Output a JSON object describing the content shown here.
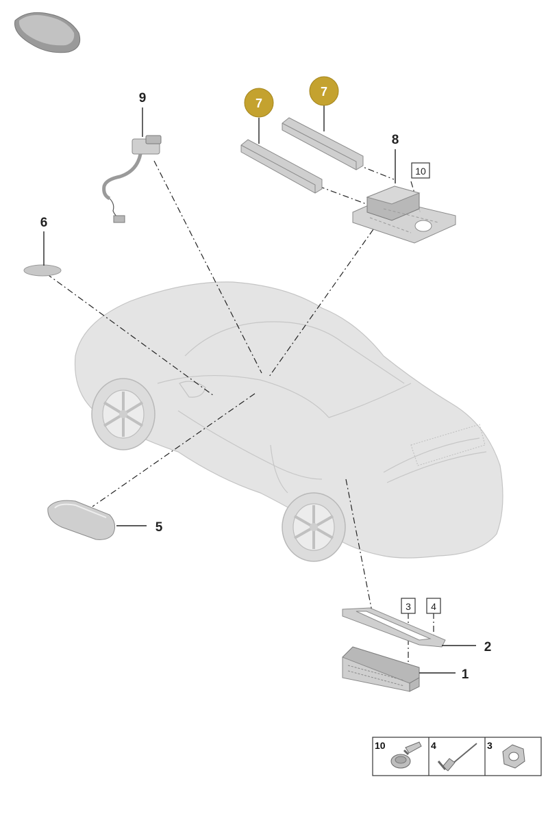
{
  "callouts": {
    "p1": "1",
    "p2": "2",
    "p3": "3",
    "p4": "4",
    "p5": "5",
    "p6": "6",
    "p7a": "7",
    "p7b": "7",
    "p8": "8",
    "p9": "9",
    "p10": "10"
  },
  "legend": {
    "items": [
      {
        "number": "10",
        "icon": "bolt-with-washer-icon"
      },
      {
        "number": "4",
        "icon": "rivet-icon"
      },
      {
        "number": "3",
        "icon": "hex-nut-icon"
      }
    ]
  },
  "colors": {
    "highlight_badge": "#c4a22f",
    "part_grey": "#cfcfcf",
    "car_grey": "#e4e4e4"
  }
}
